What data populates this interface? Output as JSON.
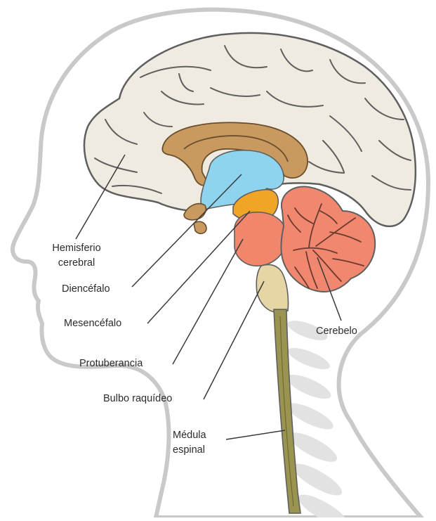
{
  "labels": {
    "hemisferio_line1": "Hemisferio",
    "hemisferio_line2": "cerebral",
    "diencefalo": "Diencéfalo",
    "mesencefalo": "Mesencéfalo",
    "protuberancia": "Protuberancia",
    "bulbo": "Bulbo raquídeo",
    "medula_line1": "Médula",
    "medula_line2": "espinal",
    "cerebelo": "Cerebelo"
  },
  "colors": {
    "head_outline": "#c9c9c9",
    "head_fill": "#ffffff",
    "brain_fill": "#efebe1",
    "brain_stroke": "#5f5f5f",
    "corpus_callosum": "#c89a60",
    "diencephalon": "#8fd4ee",
    "mesencephalon": "#f0a526",
    "pons": "#f2866c",
    "cerebellum": "#f2876f",
    "medulla_oblongata": "#e6d5a5",
    "spinal_cord": "#9a9450",
    "vertebrae": "#dedede",
    "leader_line": "#3a3a3a"
  }
}
